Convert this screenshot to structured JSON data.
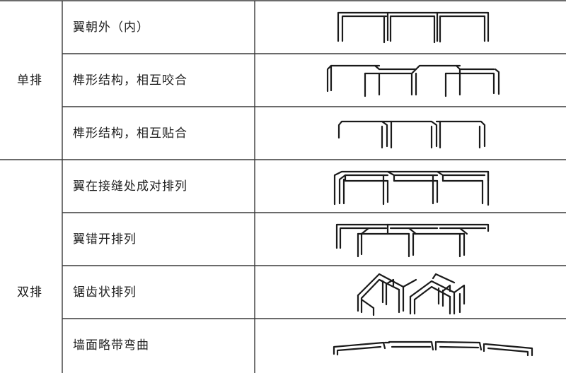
{
  "groups": [
    {
      "label": "单排",
      "rows": [
        {
          "label": "翼朝外（内）",
          "diagram_icon": "wall-wings-outward-diagram"
        },
        {
          "label": "榫形结构，相互咬合",
          "diagram_icon": "wall-tenon-interlock-diagram"
        },
        {
          "label": "榫形结构，相互贴合",
          "diagram_icon": "wall-tenon-abut-diagram"
        }
      ]
    },
    {
      "label": "双排",
      "rows": [
        {
          "label": "翼在接缝处成对排列",
          "diagram_icon": "wall-paired-at-seam-diagram"
        },
        {
          "label": "翼错开排列",
          "diagram_icon": "wall-staggered-diagram"
        },
        {
          "label": "锯齿状排列",
          "diagram_icon": "wall-zigzag-diagram"
        },
        {
          "label": "墙面略带弯曲",
          "diagram_icon": "wall-slightly-curved-diagram"
        }
      ]
    }
  ],
  "colors": {
    "grid": "#3a3a3a",
    "text": "#1e1e1e",
    "background": "#ffffff"
  }
}
